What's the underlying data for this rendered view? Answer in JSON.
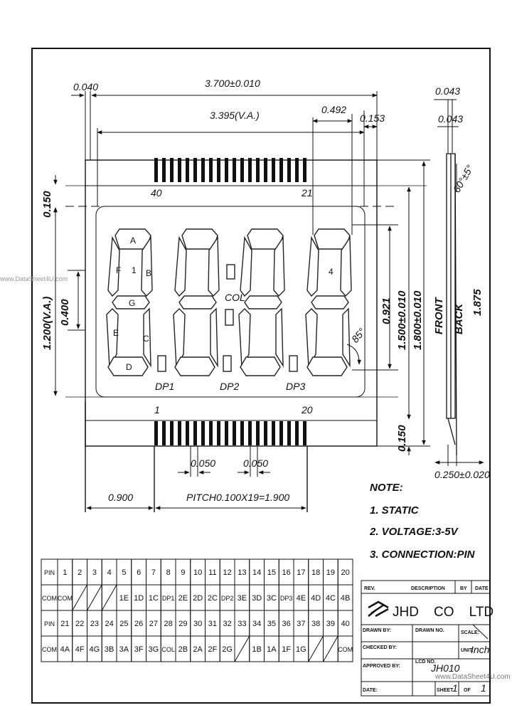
{
  "dimensions": {
    "d_0040": "0.040",
    "d_3700": "3.700±0.010",
    "d_3395": "3.395(V.A.)",
    "d_0492": "0.492",
    "d_0153": "0.153",
    "d_0043a": "0.043",
    "d_0043b": "0.043",
    "d_0150_left": "0.150",
    "d_1200": "1.200(V.A.)",
    "d_0400": "0.400",
    "d_0921": "0.921",
    "d_1500": "1.500±0.010",
    "d_1800": "1.800±0.010",
    "d_1875": "1.875",
    "d_0150_right": "0.150",
    "d_0250": "0.250±0.020",
    "d_0050a": "0.050",
    "d_0050b": "0.050",
    "d_0900": "0.900",
    "d_pitch": "PITCH0.100X19=1.900",
    "angle_60": "60°±5°",
    "angle_85": "85°"
  },
  "display": {
    "pin_40": "40",
    "pin_21": "21",
    "pin_1": "1",
    "pin_20": "20",
    "seg_A": "A",
    "seg_B": "B",
    "seg_C": "C",
    "seg_D": "D",
    "seg_E": "E",
    "seg_F": "F",
    "seg_G": "G",
    "digit_1": "1",
    "digit_4": "4",
    "col": "COL",
    "dp1": "DP1",
    "dp2": "DP2",
    "dp3": "DP3",
    "front": "FRONT",
    "back": "BACK"
  },
  "notes": {
    "title": "NOTE:",
    "lines": [
      "1. STATIC",
      "2. VOLTAGE:3-5V",
      "3. CONNECTION:PIN"
    ]
  },
  "pin_table": {
    "rows": [
      [
        "PIN",
        "1",
        "2",
        "3",
        "4",
        "5",
        "6",
        "7",
        "8",
        "9",
        "10",
        "11",
        "12",
        "13",
        "14",
        "15",
        "16",
        "17",
        "18",
        "19",
        "20"
      ],
      [
        "COM",
        "COM",
        "",
        "",
        "",
        "1E",
        "1D",
        "1C",
        "DP1",
        "2E",
        "2D",
        "2C",
        "DP2",
        "3E",
        "3D",
        "3C",
        "DP3",
        "4E",
        "4D",
        "4C",
        "4B"
      ],
      [
        "PIN",
        "21",
        "22",
        "23",
        "24",
        "25",
        "26",
        "27",
        "28",
        "29",
        "30",
        "31",
        "32",
        "33",
        "34",
        "35",
        "36",
        "37",
        "38",
        "39",
        "40"
      ],
      [
        "COM",
        "4A",
        "4F",
        "4G",
        "3B",
        "3A",
        "3F",
        "3G",
        "COL",
        "2B",
        "2A",
        "2F",
        "2G",
        "",
        "1B",
        "1A",
        "1F",
        "1G",
        "",
        "",
        "COM"
      ]
    ]
  },
  "title_block": {
    "rev": "REV.",
    "description": "DESCRIPTION",
    "by": "BY",
    "date": "DATE",
    "company": "JHD    CO    LTD",
    "drawn_by": "DRAWN BY:",
    "drawn_no": "DRAWN NO.",
    "scale": "SCALE:",
    "checked_by": "CHECKED BY:",
    "unit_label": "UNIT:",
    "unit_value": "Inch",
    "approved_by": "APPROVED BY:",
    "lcd_no_label": "LCD NO.",
    "lcd_no_value": "JH010",
    "date_label": "DATE:",
    "sheet_label": "SHEET",
    "sheet_value": "1",
    "of_label": "OF",
    "of_value": "1"
  },
  "watermarks": {
    "left": "www.DataSheet4U.com",
    "bottom": "www.DataSheet4U.com"
  }
}
